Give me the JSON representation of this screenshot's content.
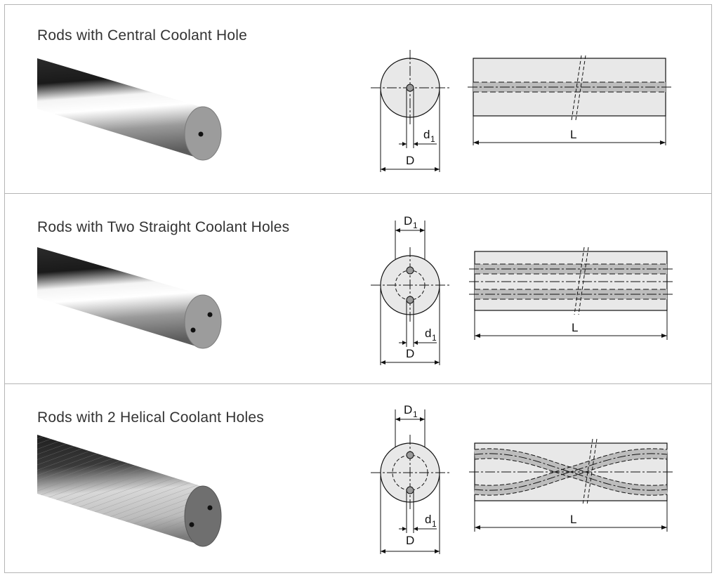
{
  "rows": [
    {
      "title": "Rods with Central Coolant Hole",
      "labels": {
        "d": "d",
        "d_sub": "1",
        "D": "D",
        "L": "L"
      }
    },
    {
      "title": "Rods with Two Straight Coolant Holes",
      "labels": {
        "D1": "D",
        "D1_sub": "1",
        "d": "d",
        "d_sub": "1",
        "D": "D",
        "L": "L"
      }
    },
    {
      "title": "Rods with 2 Helical Coolant Holes",
      "labels": {
        "D1": "D",
        "D1_sub": "1",
        "d": "d",
        "d_sub": "1",
        "D": "D",
        "L": "L"
      }
    }
  ],
  "colors": {
    "border": "#b5b5b5",
    "diagram_fill": "#e8e8e8",
    "hole_band": "#bdbdbd",
    "line": "#111111"
  }
}
